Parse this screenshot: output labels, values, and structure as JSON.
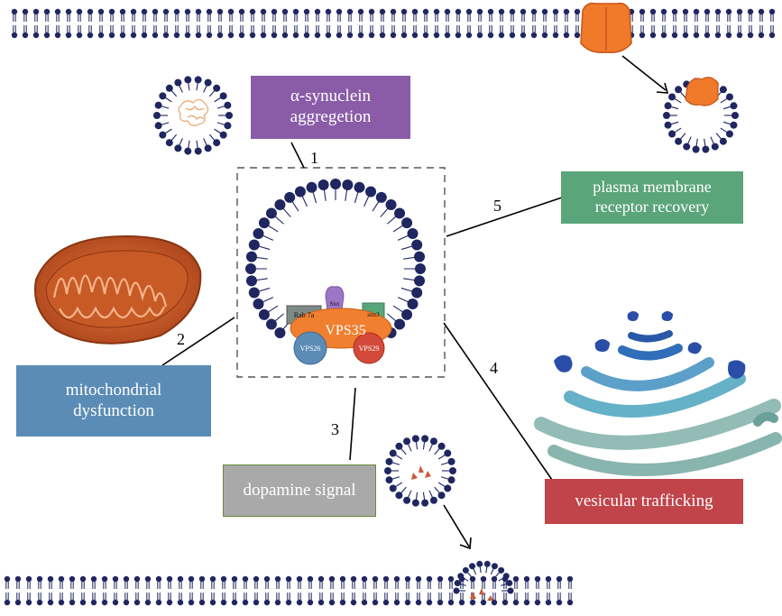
{
  "labels": {
    "synuclein": "α-synuclein aggregetion",
    "mito": "mitochondrial dysfunction",
    "dopamine": "dopamine signal",
    "vesicular": "vesicular trafficking",
    "plasma": "plasma membrane receptor recovery"
  },
  "numbers": [
    "1",
    "2",
    "3",
    "4",
    "5"
  ],
  "complex": {
    "vps35": "VPS35",
    "vps26": "VPS26",
    "vps29": "VPS29",
    "rab7a": "Rab 7a",
    "snx": "Snx",
    "snx3": "snx3"
  },
  "colors": {
    "synuclein_box": "#8a5ca8",
    "mito_box": "#5b8cb6",
    "dopamine_box": "#a9a9a9",
    "vesicular_box": "#c0444a",
    "plasma_box": "#5ba57a",
    "lipid_head": "#1f2660",
    "vps35": "#f07f2f",
    "vps26": "#5b8cb6",
    "vps29": "#d34a3a",
    "snx": "#9b77c6",
    "receptor": "#f07a2a"
  }
}
